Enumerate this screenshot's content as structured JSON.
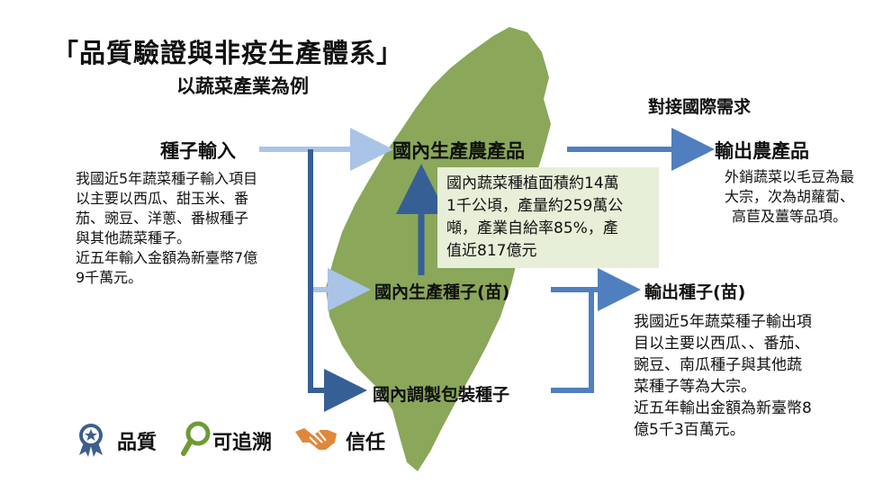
{
  "title": "「品質驗證與非疫生產體系」",
  "subtitle": "以蔬菜產業為例",
  "nodes": {
    "seed_import": "種子輸入",
    "domestic_product": "國內生產農產品",
    "export_product": "輸出農產品",
    "domestic_seed": "國內生產種子(苗)",
    "export_seed": "輸出種子(苗)",
    "domestic_packaging": "國內調製包裝種子",
    "intl_demand": "對接國際需求"
  },
  "seed_import_desc": [
    "我國近5年蔬菜種子輸入項目",
    "以主要以西瓜、甜玉米、番",
    "茄、豌豆、洋蔥、番椒種子",
    "與其他蔬菜種子。",
    "近五年輸入金額為新臺幣7億",
    "9千萬元。"
  ],
  "export_product_desc": [
    "外銷蔬菜以毛豆為最",
    "大宗，次為胡蘿蔔、",
    "高苣及薑等品項。"
  ],
  "domestic_info": [
    "國內蔬菜種植面積約14萬",
    "1千公頃，產量約259萬公",
    "噸，產業自給率85%，產",
    "值近817億元"
  ],
  "export_seed_desc": [
    "我國近5年蔬菜種子輸出項",
    "目以主要以西瓜、、番茄、",
    "豌豆、南瓜種子與其他蔬",
    "菜種子等為大宗。",
    "近五年輸出金額為新臺幣8",
    "億5千3百萬元。"
  ],
  "footer": {
    "quality": "品質",
    "traceable": "可追溯",
    "trust": "信任"
  },
  "colors": {
    "map_green": "#8aa75a",
    "arrow_dark": "#365f96",
    "arrow_mid": "#4f7fbf",
    "arrow_light": "#a9c4e6",
    "info_bg": "#e8efd8",
    "badge_blue": "#3c5f8c",
    "pin_green": "#6f9a36",
    "handshake_orange": "#e0873c"
  },
  "icons": [
    "badge-icon",
    "location-pin-icon",
    "handshake-icon"
  ]
}
